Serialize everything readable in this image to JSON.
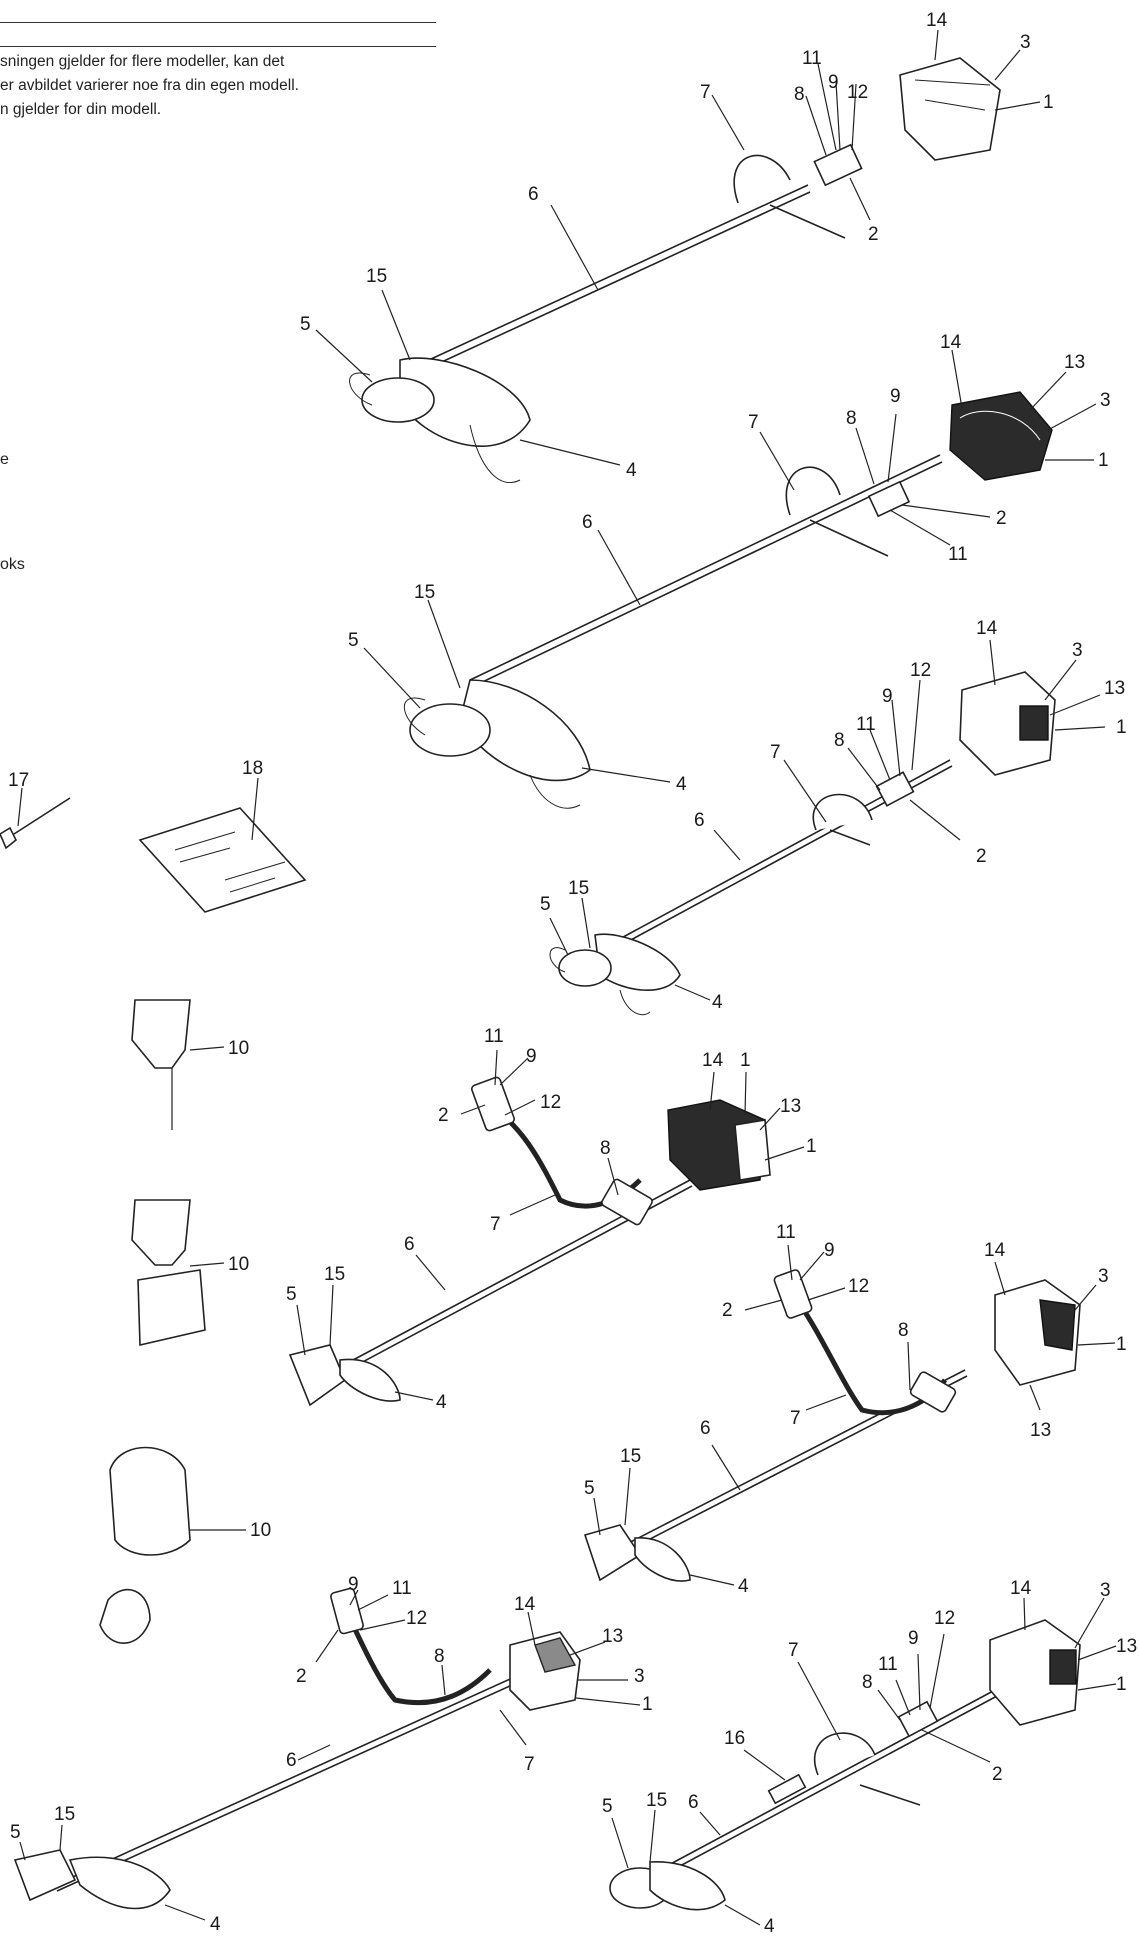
{
  "intro": {
    "line1": "sningen gjelder for flere modeller, kan det",
    "line2": "er avbildet varierer noe fra din egen modell.",
    "line3": "n gjelder for din modell."
  },
  "fragments": {
    "e": "e",
    "oks": "oks"
  },
  "callouts": {
    "m1": {
      "c14": "14",
      "c3": "3",
      "c1": "1",
      "c11": "11",
      "c9": "9",
      "c12": "12",
      "c8": "8",
      "c7": "7",
      "c2": "2",
      "c6": "6",
      "c15": "15",
      "c5": "5",
      "c4": "4"
    },
    "m2": {
      "c14": "14",
      "c13": "13",
      "c3": "3",
      "c1": "1",
      "c9": "9",
      "c8": "8",
      "c7": "7",
      "c2": "2",
      "c11": "11",
      "c6": "6",
      "c15": "15",
      "c5": "5",
      "c4": "4"
    },
    "m3": {
      "c14": "14",
      "c3": "3",
      "c13": "13",
      "c1": "1",
      "c12": "12",
      "c9": "9",
      "c11": "11",
      "c8": "8",
      "c7": "7",
      "c2": "2",
      "c6": "6",
      "c15": "15",
      "c5": "5",
      "c4": "4"
    },
    "m4": {
      "c11": "11",
      "c9": "9",
      "c2": "2",
      "c12": "12",
      "c14": "14",
      "c1a": "1",
      "c13": "13",
      "c1b": "1",
      "c8": "8",
      "c7": "7",
      "c6": "6",
      "c15": "15",
      "c5": "5",
      "c4": "4"
    },
    "m5": {
      "c11": "11",
      "c9": "9",
      "c12": "12",
      "c2": "2",
      "c14": "14",
      "c3": "3",
      "c1": "1",
      "c8": "8",
      "c7": "7",
      "c13": "13",
      "c6": "6",
      "c15": "15",
      "c5": "5",
      "c4": "4"
    },
    "m6": {
      "c9": "9",
      "c11": "11",
      "c12": "12",
      "c2": "2",
      "c14": "14",
      "c13": "13",
      "c3": "3",
      "c1": "1",
      "c8": "8",
      "c6": "6",
      "c7": "7",
      "c15": "15",
      "c5": "5",
      "c4": "4"
    },
    "m7": {
      "c14": "14",
      "c3": "3",
      "c13": "13",
      "c1": "1",
      "c12": "12",
      "c9": "9",
      "c11": "11",
      "c8": "8",
      "c7": "7",
      "c16": "16",
      "c6": "6",
      "c15": "15",
      "c5": "5",
      "c2": "2",
      "c4": "4"
    },
    "acc": {
      "c17": "17",
      "c18": "18",
      "c10a": "10",
      "c10b": "10",
      "c10c": "10"
    }
  }
}
